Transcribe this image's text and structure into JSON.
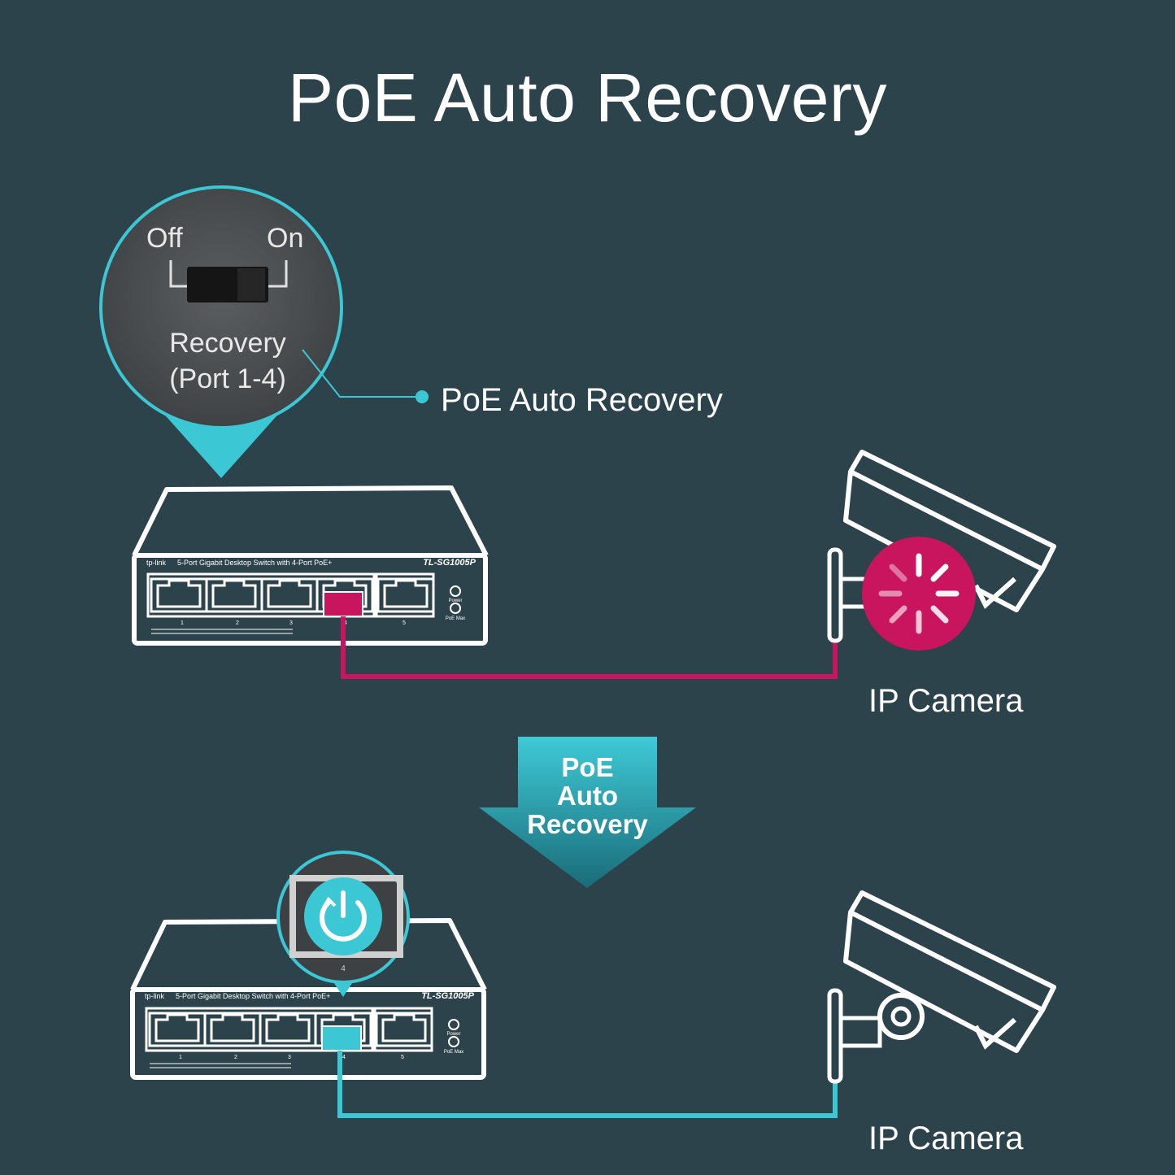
{
  "title": "PoE Auto Recovery",
  "switch_closeup": {
    "off_label": "Off",
    "on_label": "On",
    "recovery_line1": "Recovery",
    "recovery_line2": "(Port 1-4)"
  },
  "callout_label": "PoE Auto Recovery",
  "arrow_label_lines": [
    "PoE",
    "Auto",
    "Recovery"
  ],
  "devices": {
    "switch_brand": "tp-link",
    "switch_description": "5-Port Gigabit Desktop Switch with 4-Port PoE+",
    "switch_model": "TL-SG1005P",
    "port_numbers": [
      "1",
      "2",
      "3",
      "4",
      "5"
    ],
    "led_labels": [
      "Power",
      "PoE Max"
    ],
    "camera_label": "IP Camera"
  },
  "colors": {
    "background": "#2d434c",
    "fault": "#c8155e",
    "recovered": "#3cc7d4",
    "line": "#ffffff"
  }
}
